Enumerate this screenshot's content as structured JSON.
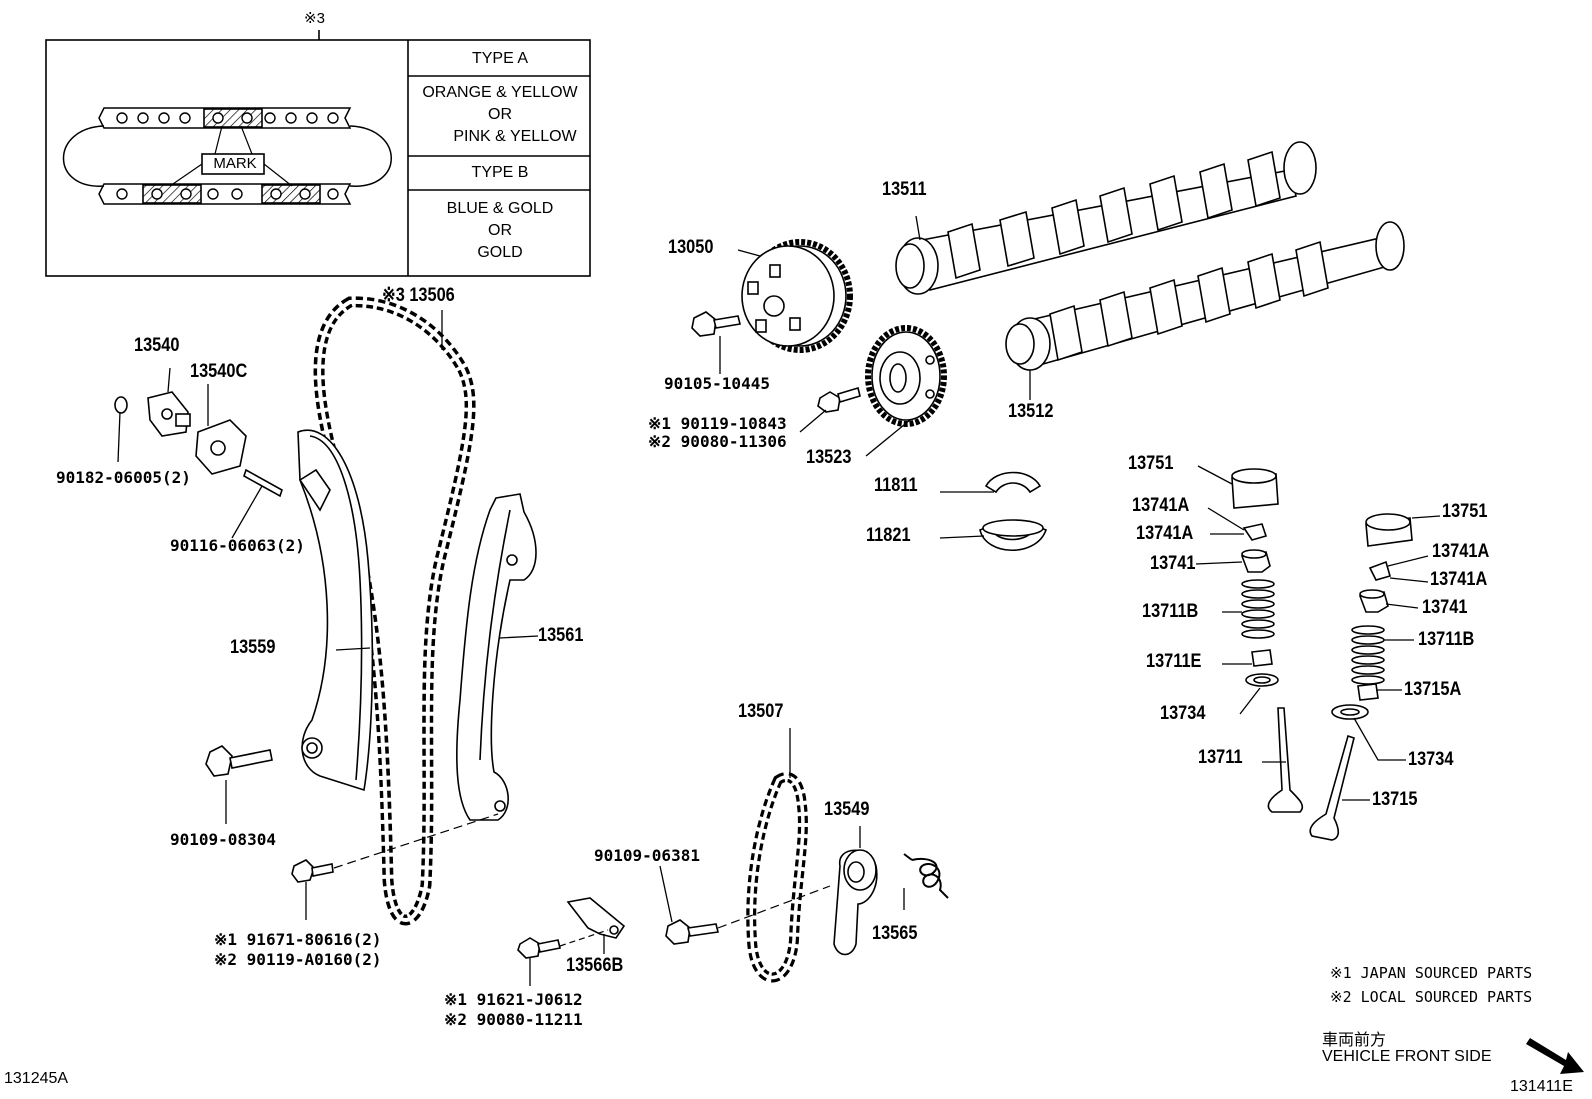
{
  "inset": {
    "marker": "※3",
    "mark_label": "MARK",
    "type_a_title": "TYPE A",
    "type_a_colors": [
      "ORANGE & YELLOW",
      "OR",
      "PINK & YELLOW"
    ],
    "type_b_title": "TYPE B",
    "type_b_colors": [
      "BLUE & GOLD",
      "OR",
      "GOLD"
    ]
  },
  "parts": {
    "p13506": "※3 13506",
    "p13540": "13540",
    "p13540c": "13540C",
    "p90182": "90182-06005(2)",
    "p90116": "90116-06063(2)",
    "p13559": "13559",
    "p13561": "13561",
    "p90109a": "90109-08304",
    "p91671": "※1 91671-80616(2)",
    "p90119a": "※2 90119-A0160(2)",
    "p13050": "13050",
    "p90105": "90105-10445",
    "p90119b": "※1 90119-10843",
    "p90080a": "※2 90080-11306",
    "p13523": "13523",
    "p13511": "13511",
    "p13512": "13512",
    "p11811": "11811",
    "p11821": "11821",
    "p13507": "13507",
    "p13549": "13549",
    "p90109b": "90109-06381",
    "p13565": "13565",
    "p13566b": "13566B",
    "p91621": "※1 91621-J0612",
    "p90080b": "※2 90080-11211",
    "p13751a": "13751",
    "p13741Aa": "13741A",
    "p13741Ab": "13741A",
    "p13741a": "13741",
    "p13711Ba": "13711B",
    "p13711E": "13711E",
    "p13734a": "13734",
    "p13711": "13711",
    "p13751b": "13751",
    "p13741Ac": "13741A",
    "p13741Ad": "13741A",
    "p13741b": "13741",
    "p13711Bb": "13711B",
    "p13715A": "13715A",
    "p13734b": "13734",
    "p13715": "13715"
  },
  "notes": {
    "japan": "※1 JAPAN SOURCED PARTS",
    "local": "※2 LOCAL SOURCED PARTS",
    "front_jp": "車両前方",
    "front_en": "VEHICLE FRONT SIDE",
    "code_left": "131245A",
    "code_right": "131411E"
  }
}
